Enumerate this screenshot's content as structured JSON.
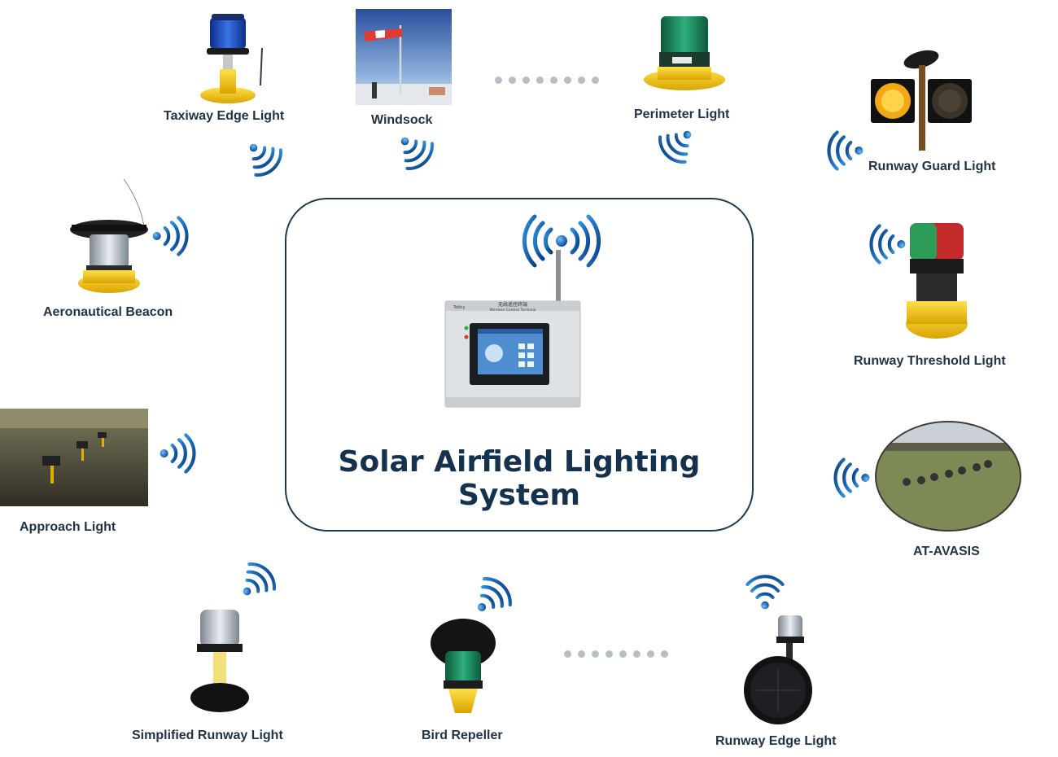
{
  "center": {
    "title": "Solar Airfield Lighting System",
    "device_brand": "Tokhy",
    "device_caption_cn": "无线遥控终端",
    "device_caption_en": "Wireless Control Terminal"
  },
  "nodes": {
    "taxiway": "Taxiway Edge Light",
    "windsock": "Windsock",
    "perimeter": "Perimeter Light",
    "guard": "Runway Guard Light",
    "beacon": "Aeronautical Beacon",
    "threshold": "Runway Threshold Light",
    "approach": "Approach Light",
    "avasis": "AT-AVASIS",
    "simplified": "Simplified Runway Light",
    "bird": "Bird Repeller",
    "edge": "Runway Edge Light"
  },
  "icons": {
    "signal": "wireless-signal-icon",
    "ellipsis": "more-dots-icon"
  },
  "colors": {
    "signal_blue": "#1b73c4",
    "title_navy": "#14314e",
    "yellow": "#f2c21a",
    "label": "#1f3347"
  }
}
